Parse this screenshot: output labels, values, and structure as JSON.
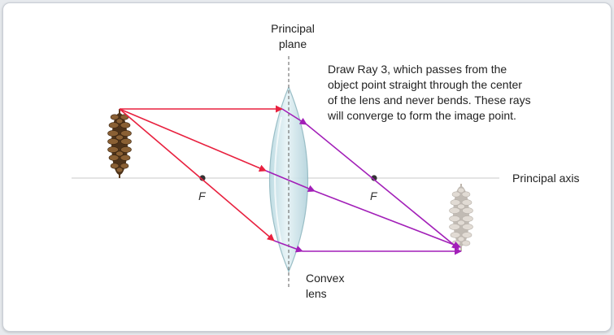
{
  "labels": {
    "principal_plane_line1": "Principal",
    "principal_plane_line2": "plane",
    "principal_axis": "Principal axis",
    "convex_lens_line1": "Convex",
    "convex_lens_line2": "lens",
    "focal_left": "F",
    "focal_right": "F",
    "caption_lines": [
      "Draw Ray 3, which passes from the",
      "object point straight through the center",
      "of the lens and never bends. These rays",
      "will converge to form the image point."
    ]
  },
  "colors": {
    "incident_ray": "#e8213f",
    "refracted_ray": "#a21fb8",
    "axis": "#d3d3d3",
    "principal_plane": "#777777",
    "lens_fill": "#cfe6ec",
    "lens_edge": "#8fb7c0",
    "focal_point": "#333333"
  },
  "icons": {
    "object": "pine-cone",
    "image": "pine-cone-inverted-faded"
  }
}
